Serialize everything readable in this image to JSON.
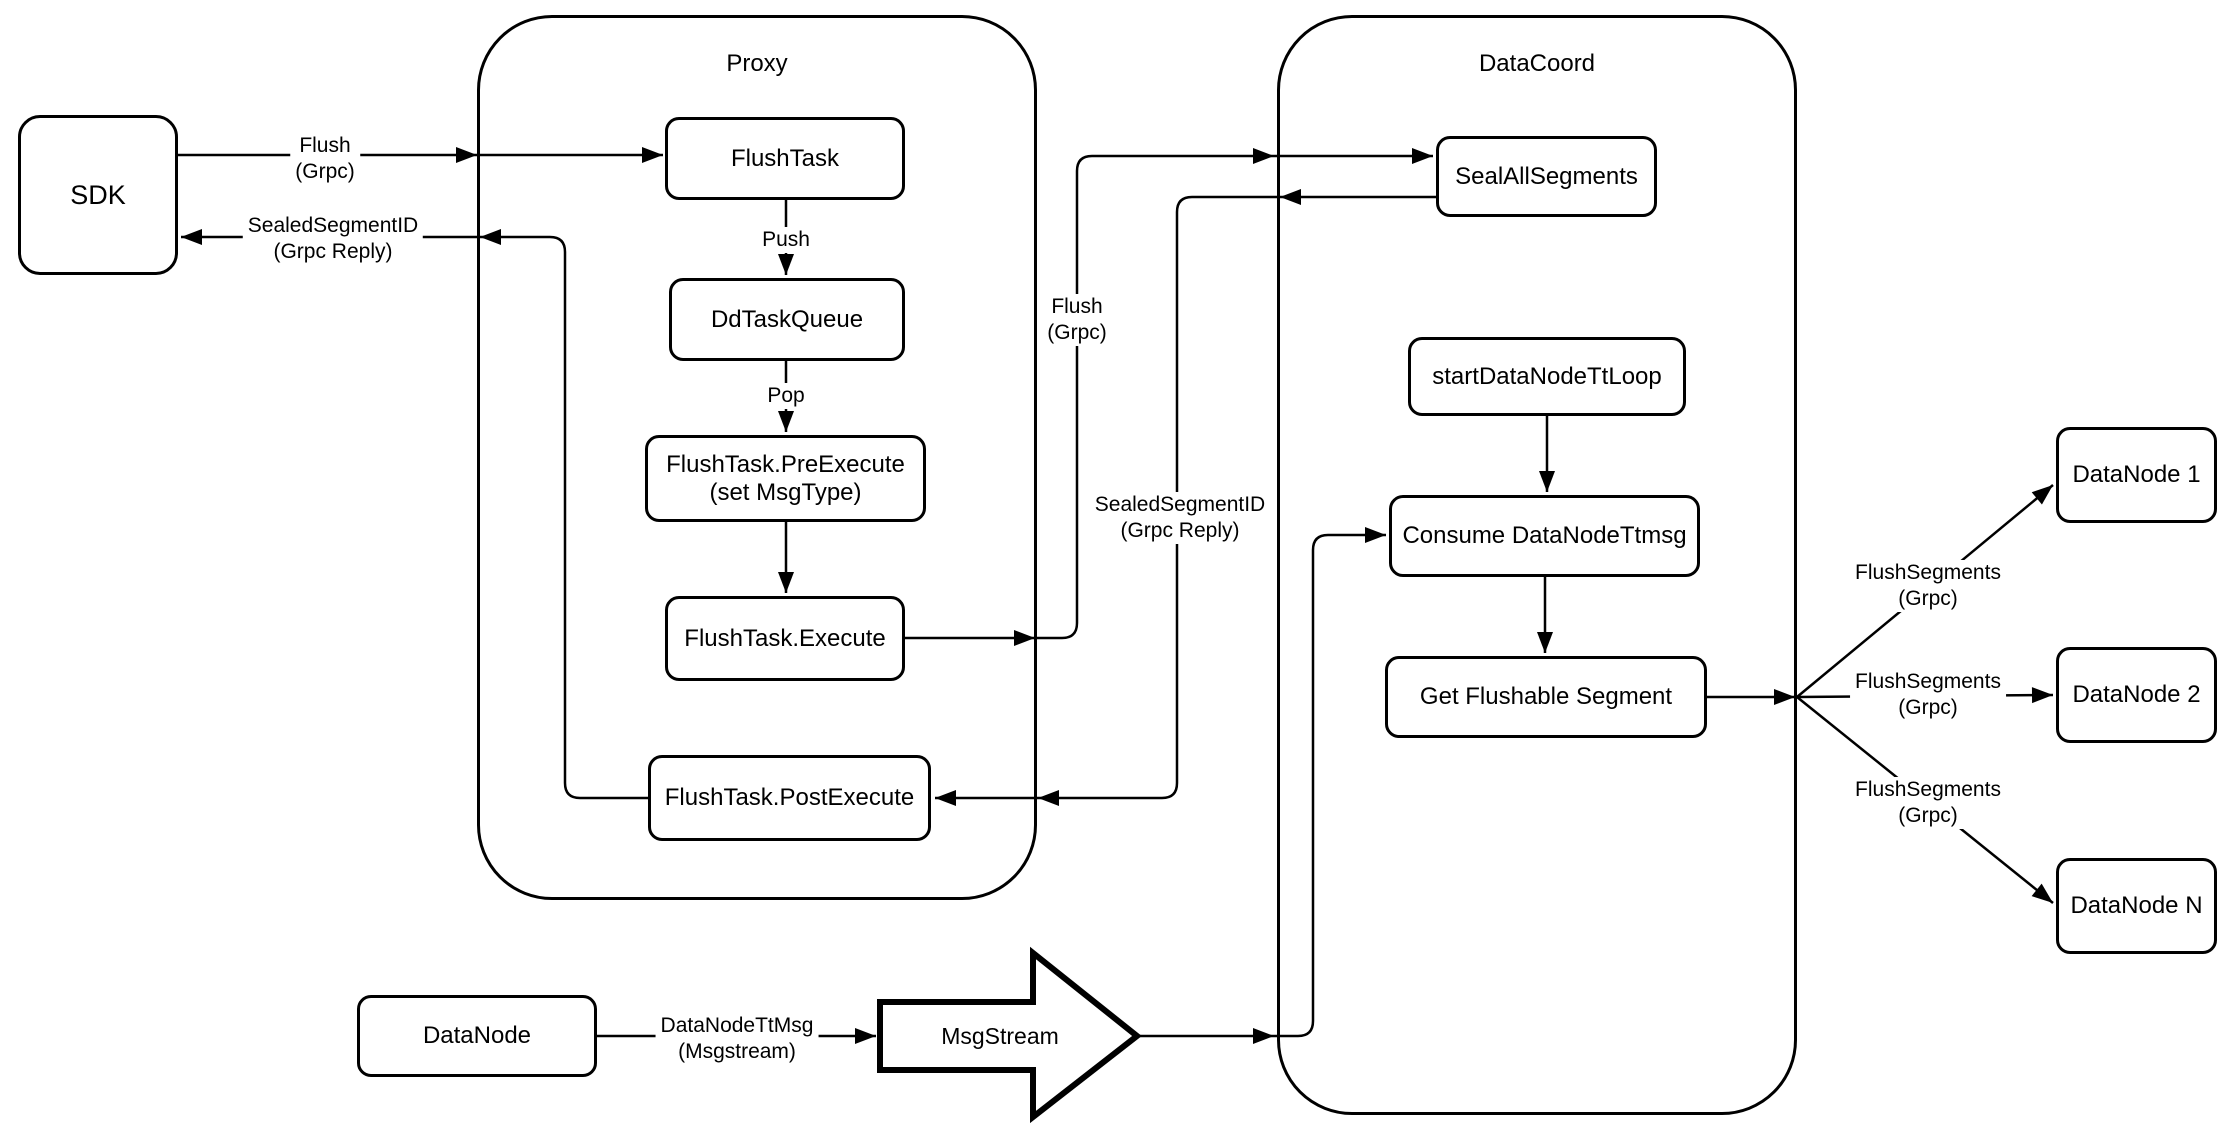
{
  "diagram": {
    "containers": {
      "proxy_title": "Proxy",
      "datacoord_title": "DataCoord"
    },
    "nodes": {
      "sdk": "SDK",
      "flush_task": "FlushTask",
      "dd_task_queue": "DdTaskQueue",
      "pre_execute": [
        "FlushTask.PreExecute",
        "(set MsgType)"
      ],
      "execute": "FlushTask.Execute",
      "post_execute": "FlushTask.PostExecute",
      "seal_all_segments": "SealAllSegments",
      "start_datanode_tt_loop": "startDataNodeTtLoop",
      "consume_datanode_ttmsg": "Consume DataNodeTtmsg",
      "get_flushable_segment": "Get Flushable Segment",
      "datanode_1": "DataNode 1",
      "datanode_2": "DataNode 2",
      "datanode_n": "DataNode N",
      "datanode": "DataNode",
      "msgstream": "MsgStream"
    },
    "edge_labels": {
      "sdk_flush": [
        "Flush",
        "(Grpc)"
      ],
      "sdk_reply": [
        "SealedSegmentID",
        "(Grpc Reply)"
      ],
      "push": "Push",
      "pop": "Pop",
      "channel_flush": [
        "Flush",
        "(Grpc)"
      ],
      "channel_reply": [
        "SealedSegmentID",
        "(Grpc Reply)"
      ],
      "flush_segments": [
        "FlushSegments",
        "(Grpc)"
      ],
      "datanode_ttmsg": [
        "DataNodeTtMsg",
        "(Msgstream)"
      ]
    },
    "colors": {
      "stroke": "#000000",
      "fill": "#ffffff",
      "background": "#ffffff"
    }
  }
}
